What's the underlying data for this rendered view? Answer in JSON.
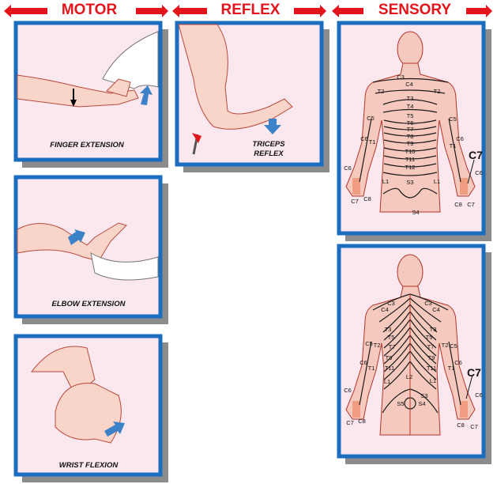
{
  "headers": {
    "motor": "MOTOR",
    "reflex": "REFLEX",
    "sensory": "SENSORY"
  },
  "motor": {
    "finger_extension": "FINGER EXTENSION",
    "elbow_extension": "ELBOW EXTENSION",
    "wrist_flexion": "WRIST FLEXION"
  },
  "reflex": {
    "line1": "TRICEPS",
    "line2": "REFLEX"
  },
  "sensory": {
    "highlight": "C7",
    "front": {
      "C3": "C3",
      "C4": "C4",
      "T2L": "T2",
      "T2R": "T2",
      "T3": "T3",
      "T4": "T4",
      "T5": "T5",
      "T6": "T6",
      "T7": "T7",
      "T8": "T8",
      "T9": "T9",
      "T10": "T10",
      "T11": "T11",
      "T12": "T12",
      "C5L": "C5",
      "C5R": "C5",
      "C6L": "C6",
      "C6R": "C6",
      "T1L": "T1",
      "T1R": "T1",
      "C6HL": "C6",
      "C6HR": "C6",
      "C7L": "C7",
      "C8L": "C8",
      "C8R": "C8",
      "C7R": "C7",
      "L1L": "L1",
      "L1R": "L1",
      "S3": "S3",
      "S4": "S4"
    },
    "back": {
      "C3L": "C3",
      "C4L": "C4",
      "C3R": "C3",
      "C4R": "C4",
      "T3L": "T3",
      "T3R": "T3",
      "T5L": "T5",
      "T5R": "T5",
      "C5L": "C5",
      "T2L": "T2",
      "T2R": "T2",
      "C5R": "C5",
      "T7L": "T7",
      "T7R": "T7",
      "T9L": "T9",
      "T9R": "T9",
      "C6L": "C6",
      "T1L": "T1",
      "C6R": "C6",
      "T1R": "T1",
      "T11L": "T11",
      "T11R": "T11",
      "L1L": "L1",
      "L2": "L2",
      "L1R": "L1",
      "S3": "S3",
      "S5": "S5",
      "S4": "S4",
      "C6HL": "C6",
      "C6HR": "C6",
      "C7L": "C7",
      "C8L": "C8",
      "C8R": "C8",
      "C7R": "C7"
    }
  },
  "colors": {
    "accent_red": "#e3141b",
    "panel_border": "#1b6dbf",
    "arrow_blue": "#3b82c9"
  }
}
